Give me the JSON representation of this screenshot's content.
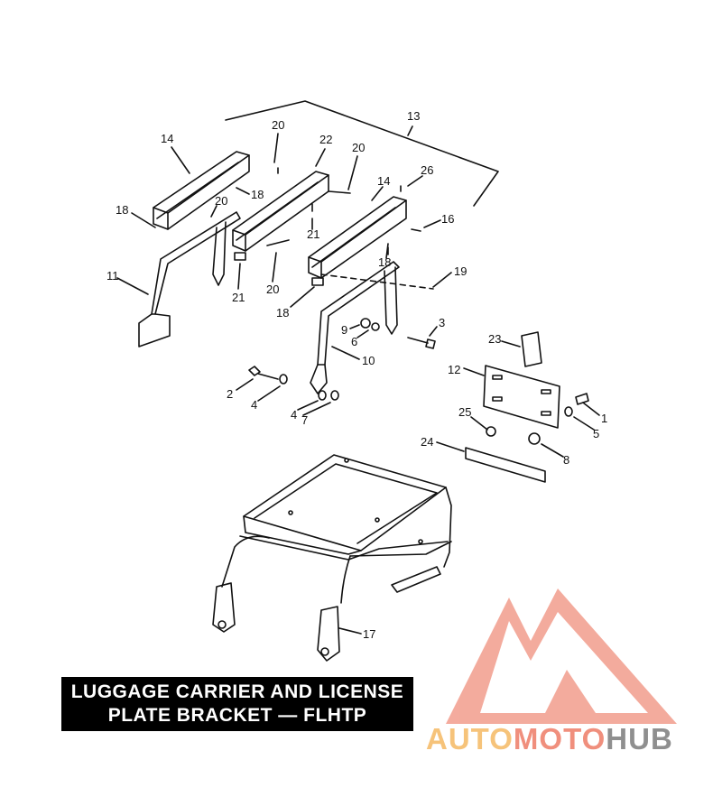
{
  "diagram": {
    "title_line1": "LUGGAGE CARRIER AND LICENSE",
    "title_line2": "PLATE BRACKET — FLHTP",
    "part_labels": [
      {
        "id": "13",
        "text": "13"
      },
      {
        "id": "14a",
        "text": "14"
      },
      {
        "id": "20a",
        "text": "20"
      },
      {
        "id": "22",
        "text": "22"
      },
      {
        "id": "20b",
        "text": "20"
      },
      {
        "id": "26",
        "text": "26"
      },
      {
        "id": "14b",
        "text": "14"
      },
      {
        "id": "18a",
        "text": "18"
      },
      {
        "id": "18b",
        "text": "18"
      },
      {
        "id": "20c",
        "text": "20"
      },
      {
        "id": "21a",
        "text": "21"
      },
      {
        "id": "16",
        "text": "16"
      },
      {
        "id": "18c",
        "text": "18"
      },
      {
        "id": "19",
        "text": "19"
      },
      {
        "id": "11",
        "text": "11"
      },
      {
        "id": "21b",
        "text": "21"
      },
      {
        "id": "20d",
        "text": "20"
      },
      {
        "id": "18d",
        "text": "18"
      },
      {
        "id": "9",
        "text": "9"
      },
      {
        "id": "3",
        "text": "3"
      },
      {
        "id": "6",
        "text": "6"
      },
      {
        "id": "23",
        "text": "23"
      },
      {
        "id": "10",
        "text": "10"
      },
      {
        "id": "12",
        "text": "12"
      },
      {
        "id": "2",
        "text": "2"
      },
      {
        "id": "4a",
        "text": "4"
      },
      {
        "id": "4b",
        "text": "4"
      },
      {
        "id": "7",
        "text": "7"
      },
      {
        "id": "1",
        "text": "1"
      },
      {
        "id": "5",
        "text": "5"
      },
      {
        "id": "25",
        "text": "25"
      },
      {
        "id": "24",
        "text": "24"
      },
      {
        "id": "8",
        "text": "8"
      },
      {
        "id": "17",
        "text": "17"
      }
    ]
  },
  "watermark": {
    "part1": "AUTO",
    "part2": "MOTO",
    "part3": "HUB",
    "colors": {
      "auto": "#f6c37a",
      "moto": "#f08f7d",
      "hub": "#8f8f8f",
      "logo": "#f08f7d"
    }
  }
}
